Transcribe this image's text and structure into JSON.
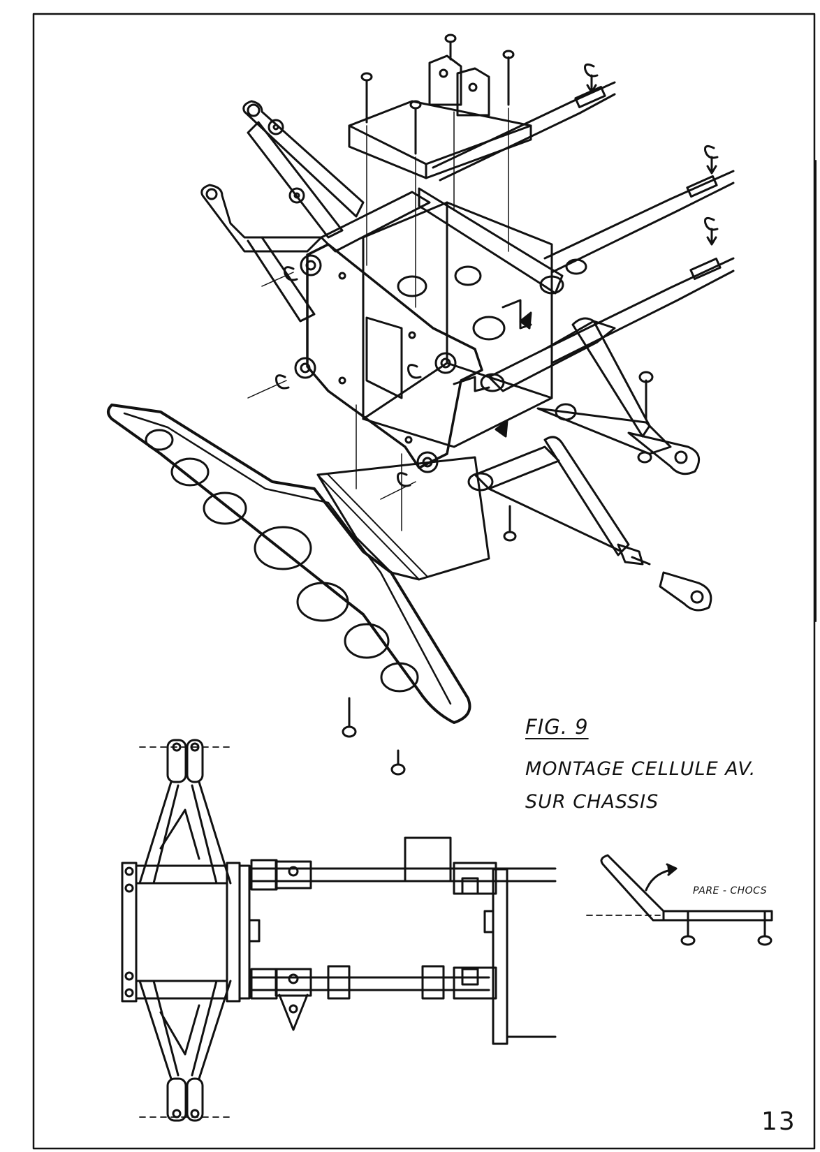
{
  "figure": {
    "number_label": "FIG. 9",
    "caption_line_1": "MONTAGE CELLULE AV.",
    "caption_line_2": "SUR CHASSIS"
  },
  "inset": {
    "bumper_label": "PARE - CHOCS"
  },
  "page": {
    "number": "13"
  },
  "style": {
    "ink_color": "#111111",
    "paper_color": "#ffffff"
  }
}
